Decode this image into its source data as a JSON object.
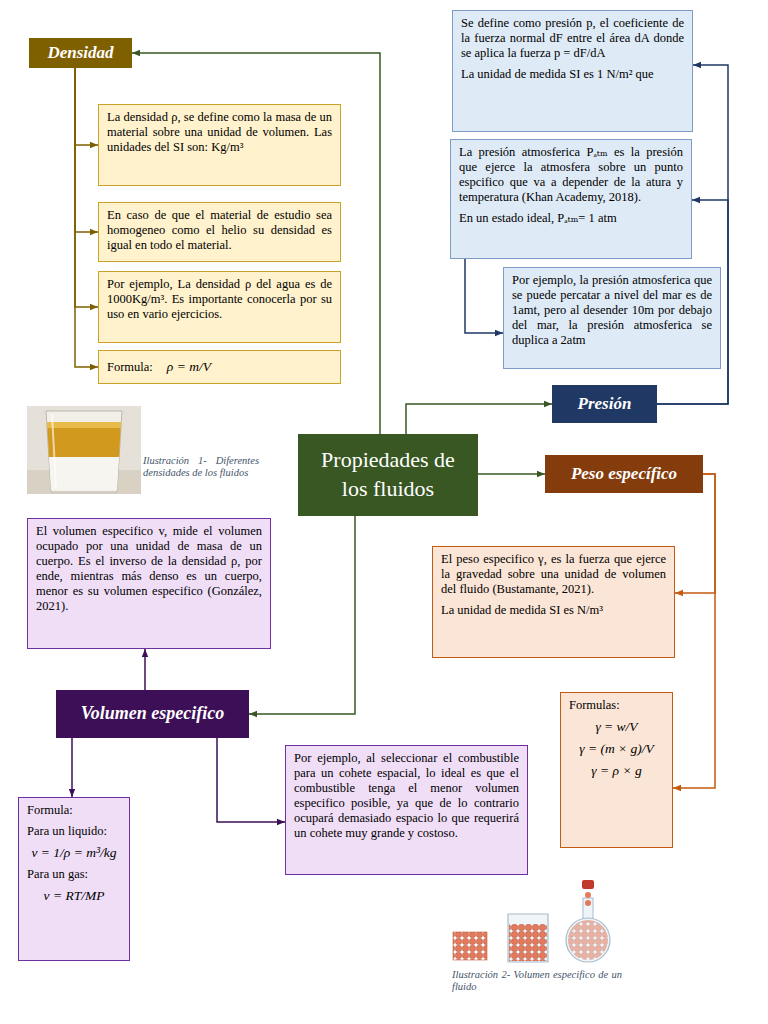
{
  "diagram": {
    "nodes": [
      {
        "text": [
          "Densidad"
        ]
      },
      {
        "text": [
          "La densidad ρ, se define como la masa de un material sobre una unidad de volumen. Las unidades del SI son: Kg/m³"
        ]
      },
      {
        "text": [
          "En caso de que el material de estudio sea homogeneo como el helio su densidad es igual en todo el material."
        ]
      },
      {
        "text": [
          "Por ejemplo, La densidad ρ del agua es de 1000Kg/m³. Es importante conocerla por su uso en vario ejercicios."
        ]
      },
      {
        "text": [
          "Formula:",
          "ρ = m/V"
        ]
      },
      {
        "text": [
          "Se define como presión p, el coeficiente de la fuerza normal dF entre el área dA donde se aplica la fuerza p = dF/dA",
          "La unidad de medida SI es 1 N/m² que"
        ]
      },
      {
        "text": [
          "La presión atmosferica Pₐₜₘ es la presión que ejerce la atmosfera sobre un punto espcifico que va a depender de la atura y temperatura (Khan Academy, 2018).",
          "En un estado ideal, Pₐₜₘ= 1 atm"
        ]
      },
      {
        "text": [
          "Por ejemplo, la presión atmosferica que se puede percatar a nivel del mar es de 1amt, pero al desender 10m por debajo del mar, la presión atmosferica se duplica a 2atm"
        ]
      },
      {
        "text": [
          "Presión"
        ]
      },
      {
        "text": [
          "Propiedades de los fluidos"
        ]
      },
      {
        "text": [
          "Peso específico"
        ]
      },
      {
        "text": [
          "El peso especifico γ, es la fuerza que ejerce la gravedad sobre una unidad de volumen del fluido (Bustamante, 2021).",
          "La unidad de medida SI es N/m³"
        ]
      },
      {
        "text": [
          "Formulas:",
          "γ = w/V",
          "γ = (m × g)/V",
          "γ = ρ × g"
        ]
      },
      {
        "text": [
          "El volumen especifico v, mide el volumen ocupado por una unidad de masa de un cuerpo. Es el inverso de la densidad ρ, por ende, mientras más denso es un cuerpo, menor es su volumen especifico (González, 2021)."
        ]
      },
      {
        "text": [
          "Volumen especifico"
        ]
      },
      {
        "text": [
          "Por ejemplo, al seleccionar el combustible para un cohete espacial, lo ideal es que el combustible tenga el menor volumen especifico posible, ya que de lo contrario ocupará demasiado espacio lo que requerirá un cohete muy grande y costoso."
        ]
      },
      {
        "text": [
          "Formula:",
          "Para un liquido:",
          "v = 1/ρ = m³/kg",
          "Para un gas:",
          "v = RT/MP"
        ]
      }
    ],
    "edges": [
      {
        "from": 9,
        "to": 0,
        "arrow": "to"
      },
      {
        "from": 0,
        "to": 1,
        "arrow": "to"
      },
      {
        "from": 0,
        "to": 2,
        "arrow": "to"
      },
      {
        "from": 0,
        "to": 3,
        "arrow": "to"
      },
      {
        "from": 0,
        "to": 4,
        "arrow": "to"
      },
      {
        "from": 9,
        "to": 8,
        "arrow": "to"
      },
      {
        "from": 8,
        "to": 5,
        "arrow": "to"
      },
      {
        "from": 8,
        "to": 6,
        "arrow": "to"
      },
      {
        "from": 6,
        "to": 7,
        "arrow": "to"
      },
      {
        "from": 9,
        "to": 10,
        "arrow": "to"
      },
      {
        "from": 10,
        "to": 11,
        "arrow": "to"
      },
      {
        "from": 10,
        "to": 12,
        "arrow": "to"
      },
      {
        "from": 9,
        "to": 14,
        "arrow": "to"
      },
      {
        "from": 14,
        "to": 13,
        "arrow": "to"
      },
      {
        "from": 14,
        "to": 16,
        "arrow": "to"
      },
      {
        "from": 14,
        "to": 15,
        "arrow": "to"
      }
    ],
    "labels": [
      "Ilustración 1- Diferentes densidades de los fluidos",
      "Ilustración 2- Volumen especifico de un fluido"
    ]
  }
}
